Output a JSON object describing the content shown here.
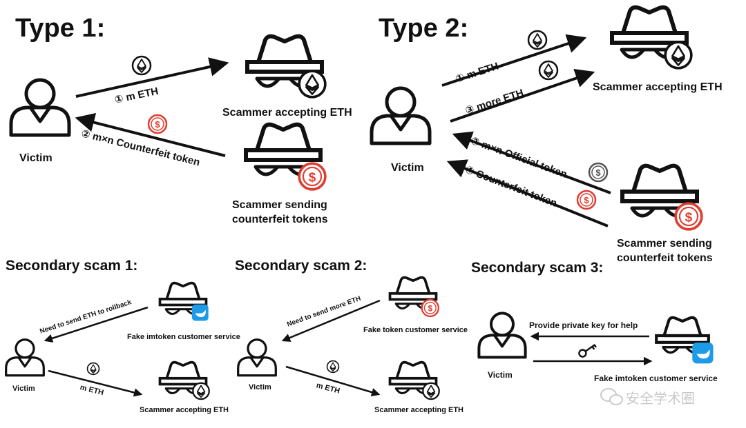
{
  "type1": {
    "title": "Type 1:",
    "victim": "Victim",
    "scammer_accept": "Scammer accepting ETH",
    "scammer_send_line1": "Scammer sending",
    "scammer_send_line2": "counterfeit tokens",
    "arrow_pay": "① m ETH",
    "arrow_counterfeit": "② m×n Counterfeit token"
  },
  "type2": {
    "title": "Type 2:",
    "victim": "Victim",
    "scammer_accept": "Scammer accepting ETH",
    "scammer_send_line1": "Scammer sending",
    "scammer_send_line2": "counterfeit tokens",
    "arrow1": "① m ETH",
    "arrow3": "③ more ETH",
    "arrow2": "② m×n Official token",
    "arrow4": "④ Counterfeit token"
  },
  "sec1": {
    "title": "Secondary scam 1:",
    "victim": "Victim",
    "service": "Fake imtoken customer service",
    "arrow_msg": "Need to send ETH to rollback",
    "arrow_pay": "m ETH",
    "scammer": "Scammer accepting ETH"
  },
  "sec2": {
    "title": "Secondary scam 2:",
    "victim": "Victim",
    "service": "Fake token customer service",
    "arrow_msg": "Need to send more ETH",
    "arrow_pay": "m ETH",
    "scammer": "Scammer accepting ETH"
  },
  "sec3": {
    "title": "Secondary scam 3:",
    "victim": "Victim",
    "msg": "Provide private key for help",
    "service": "Fake imtoken customer service"
  },
  "watermark": "安全学术圈",
  "colors": {
    "ink": "#111111",
    "counterfeit_red": "#e03c31",
    "official_gray": "#555555",
    "imtoken_blue": "#1e9be8"
  }
}
